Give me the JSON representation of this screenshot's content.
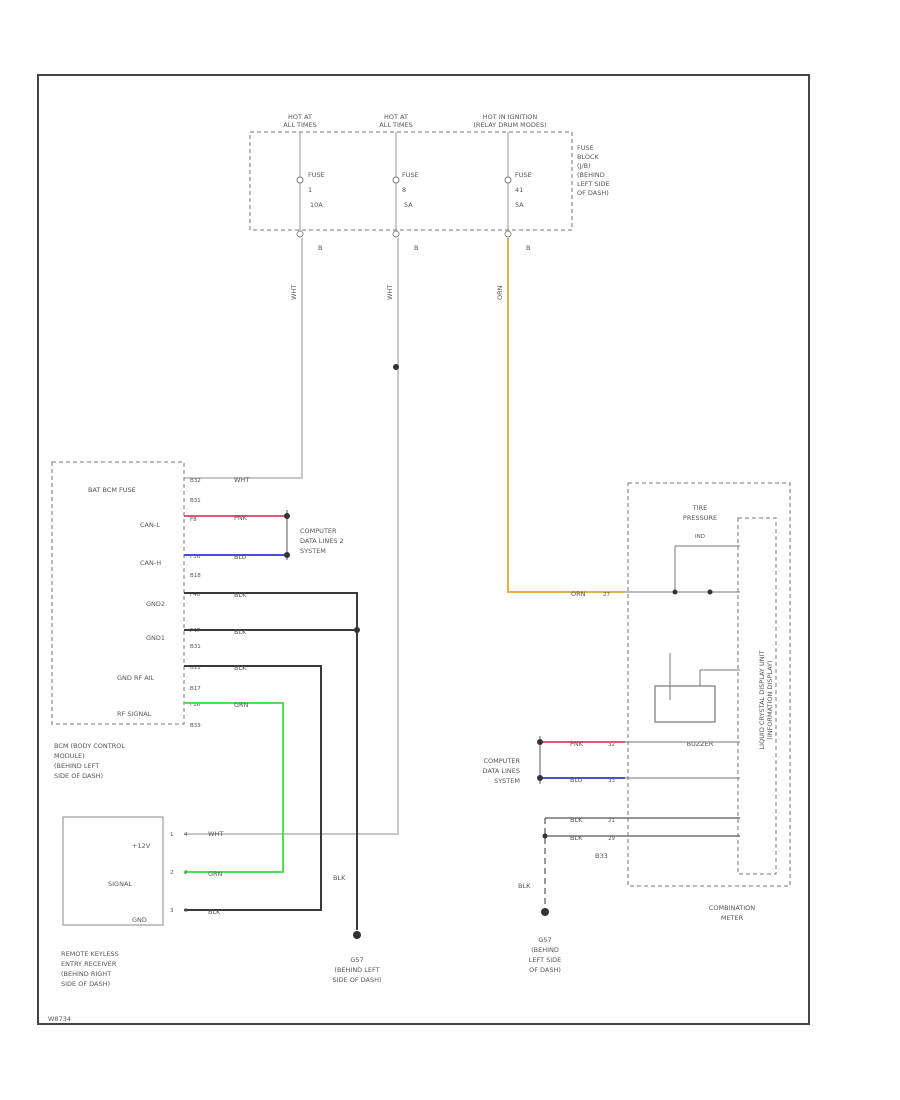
{
  "fuse_supply": {
    "hot1": [
      "HOT AT",
      "ALL TIMES"
    ],
    "hot2": [
      "HOT AT",
      "ALL TIMES"
    ],
    "hot3": [
      "HOT IN IGNITION",
      "(RELAY DRUM MODES)"
    ],
    "fuse1": [
      "FUSE",
      "1",
      "10A"
    ],
    "fuse2": [
      "FUSE",
      "8",
      "5A"
    ],
    "fuse3": [
      "FUSE",
      "41",
      "5A"
    ],
    "fuse_block": [
      "FUSE",
      "BLOCK",
      "(J/B)",
      "(BEHIND",
      "LEFT SIDE",
      "OF DASH)"
    ],
    "pins": [
      "B",
      "B",
      "B"
    ],
    "wire_colors": [
      "WHT",
      "WHT",
      "ORN"
    ]
  },
  "bcm": {
    "pins": [
      "BAT BCM FUSE",
      "CAN-L",
      "CAN-H",
      "GND2",
      "GND1",
      "GND RF AIL",
      "RF SIGNAL"
    ],
    "connectors": [
      "B32",
      "B31",
      "F8",
      "B18",
      "F36",
      "F46",
      "F47",
      "B31",
      "B11",
      "B17",
      "F16",
      "B33"
    ],
    "wires": [
      "WHT",
      "PNK",
      "BLU",
      "BLK",
      "BLK",
      "BLK",
      "GRN"
    ],
    "name": [
      "BCM (BODY CONTROL",
      "MODULE)",
      "(BEHIND LEFT",
      "SIDE OF DASH)"
    ]
  },
  "data_lines_1": [
    "COMPUTER",
    "DATA LINES 2",
    "SYSTEM"
  ],
  "data_lines_2": [
    "COMPUTER",
    "DATA LINES",
    "SYSTEM"
  ],
  "receiver": {
    "pins": [
      "+12V",
      "SIGNAL",
      "GND"
    ],
    "pin_numbers": [
      "1",
      "2",
      "3"
    ],
    "terminals": [
      "4",
      "2",
      "6"
    ],
    "wires": [
      "WHT",
      "GRN",
      "BLK"
    ],
    "name": [
      "REMOTE KEYLESS",
      "ENTRY RECEIVER",
      "(BEHIND RIGHT",
      "SIDE OF DASH)"
    ]
  },
  "ground1": [
    "G57",
    "(BEHIND LEFT",
    "SIDE OF DASH)"
  ],
  "ground2": [
    "G57",
    "(BEHIND",
    "LEFT SIDE",
    "OF DASH)"
  ],
  "ground_wire": "BLK",
  "ground_wire_2": "BLK",
  "meter": {
    "tire_label": [
      "TIRE",
      "PRESSURE"
    ],
    "bulb_label": "IND",
    "ign_wire": "ORN",
    "ign_pin": "27",
    "can_wires": [
      "PNK",
      "BLU"
    ],
    "can_pins": [
      "32",
      "33"
    ],
    "can_connector": "BUZZER",
    "gnd_wires": [
      "BLK",
      "BLK"
    ],
    "gnd_pins": [
      "21",
      "29"
    ],
    "connector": "B33",
    "side_label": [
      "LIQUID CRYSTAL DISPLAY UNIT",
      "(INFORMATION DISPLAY)"
    ],
    "name": [
      "COMBINATION",
      "METER"
    ]
  },
  "footer_code": "W8734",
  "colors": {
    "pnk": "#e05878",
    "blu": "#4850d8",
    "grn": "#4ee04e",
    "orn": "#e0b04a",
    "blk": "#3a3a3a",
    "wht": "#c8c8c8"
  }
}
